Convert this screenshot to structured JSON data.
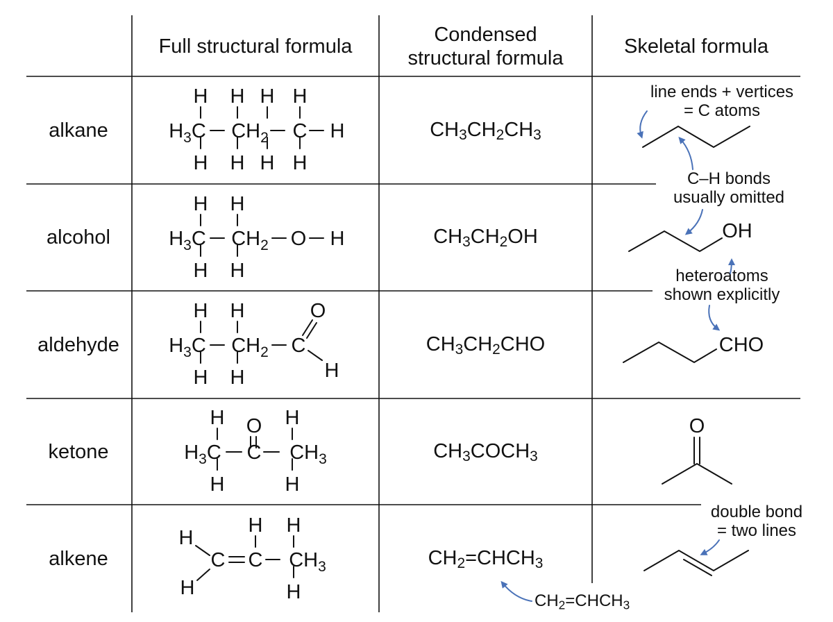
{
  "headers": {
    "full": "Full structural formula",
    "condensed_line1": "Condensed",
    "condensed_line2": "structural formula",
    "skeletal": "Skeletal formula"
  },
  "rows": [
    {
      "name": "alkane",
      "condensed": [
        "CH",
        "3",
        "CH",
        "2",
        "CH",
        "3"
      ]
    },
    {
      "name": "alcohol",
      "condensed": [
        "CH",
        "3",
        "CH",
        "2",
        "OH",
        ""
      ]
    },
    {
      "name": "aldehyde",
      "condensed": [
        "CH",
        "3",
        "CH",
        "2",
        "CHO",
        ""
      ]
    },
    {
      "name": "ketone",
      "condensed": [
        "CH",
        "3",
        "COCH",
        "3",
        "",
        ""
      ]
    },
    {
      "name": "alkene",
      "condensed": [
        "CH",
        "2",
        "=CHCH",
        "3",
        "",
        ""
      ]
    }
  ],
  "notes": {
    "line_ends_1": "line ends + vertices",
    "line_ends_2": "= C atoms",
    "ch_bonds_1": "C–H bonds",
    "ch_bonds_2": "usually omitted",
    "hetero_1": "heteroatoms",
    "hetero_2": "shown explicitly",
    "double_1": "double bond",
    "double_2": "= two lines",
    "alt_alkene": [
      "CH",
      "2",
      "=CHCH",
      "3"
    ]
  },
  "atoms": {
    "H": "H",
    "H3C": "H",
    "three": "3",
    "C": "C",
    "O": "O",
    "OH": "OH",
    "CHO": "CHO"
  },
  "colors": {
    "arrow": "#4a72b8",
    "line": "#111111"
  }
}
